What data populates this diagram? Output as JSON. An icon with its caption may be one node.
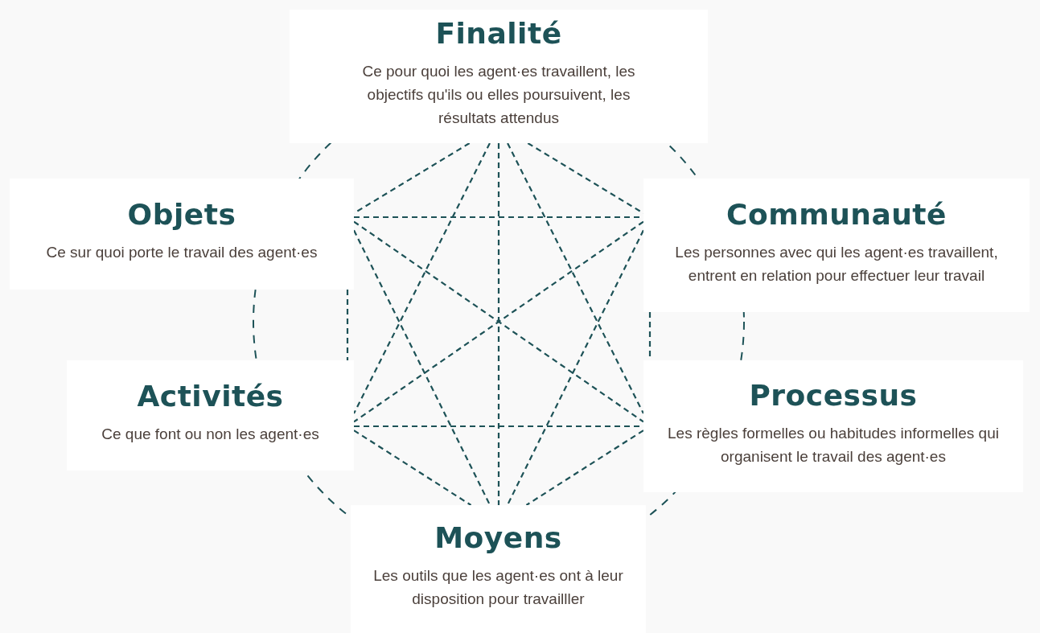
{
  "diagram": {
    "nodes": [
      {
        "text": [
          "Finalité",
          "Ce pour quoi les agent·es travaillent, les objectifs qu'ils ou elles poursuivent, les résultats attendus"
        ]
      },
      {
        "text": [
          "Objets",
          "Ce sur quoi porte le travail des agent·es"
        ]
      },
      {
        "text": [
          "Communauté",
          "Les personnes avec qui les agent·es travaillent, entrent en relation pour effectuer leur travail"
        ]
      },
      {
        "text": [
          "Activités",
          "Ce que font ou non les agent·es"
        ]
      },
      {
        "text": [
          "Processus",
          "Les règles formelles ou habitudes informelles qui organisent le travail des agent·es"
        ]
      },
      {
        "text": [
          "Moyens",
          "Les outils que les agent·es ont à leur disposition pour travailller"
        ]
      }
    ],
    "edges": [
      {
        "from": 0,
        "to": 1,
        "arrow": "none",
        "style": "dashed"
      },
      {
        "from": 0,
        "to": 2,
        "arrow": "none",
        "style": "dashed"
      },
      {
        "from": 0,
        "to": 3,
        "arrow": "none",
        "style": "dashed"
      },
      {
        "from": 0,
        "to": 4,
        "arrow": "none",
        "style": "dashed"
      },
      {
        "from": 0,
        "to": 5,
        "arrow": "none",
        "style": "dashed"
      },
      {
        "from": 1,
        "to": 2,
        "arrow": "none",
        "style": "dashed"
      },
      {
        "from": 1,
        "to": 3,
        "arrow": "none",
        "style": "dashed"
      },
      {
        "from": 1,
        "to": 4,
        "arrow": "none",
        "style": "dashed"
      },
      {
        "from": 1,
        "to": 5,
        "arrow": "none",
        "style": "dashed"
      },
      {
        "from": 2,
        "to": 3,
        "arrow": "none",
        "style": "dashed"
      },
      {
        "from": 2,
        "to": 4,
        "arrow": "none",
        "style": "dashed"
      },
      {
        "from": 2,
        "to": 5,
        "arrow": "none",
        "style": "dashed"
      },
      {
        "from": 3,
        "to": 4,
        "arrow": "none",
        "style": "dashed"
      },
      {
        "from": 3,
        "to": 5,
        "arrow": "none",
        "style": "dashed"
      },
      {
        "from": 4,
        "to": 5,
        "arrow": "none",
        "style": "dashed"
      }
    ]
  }
}
